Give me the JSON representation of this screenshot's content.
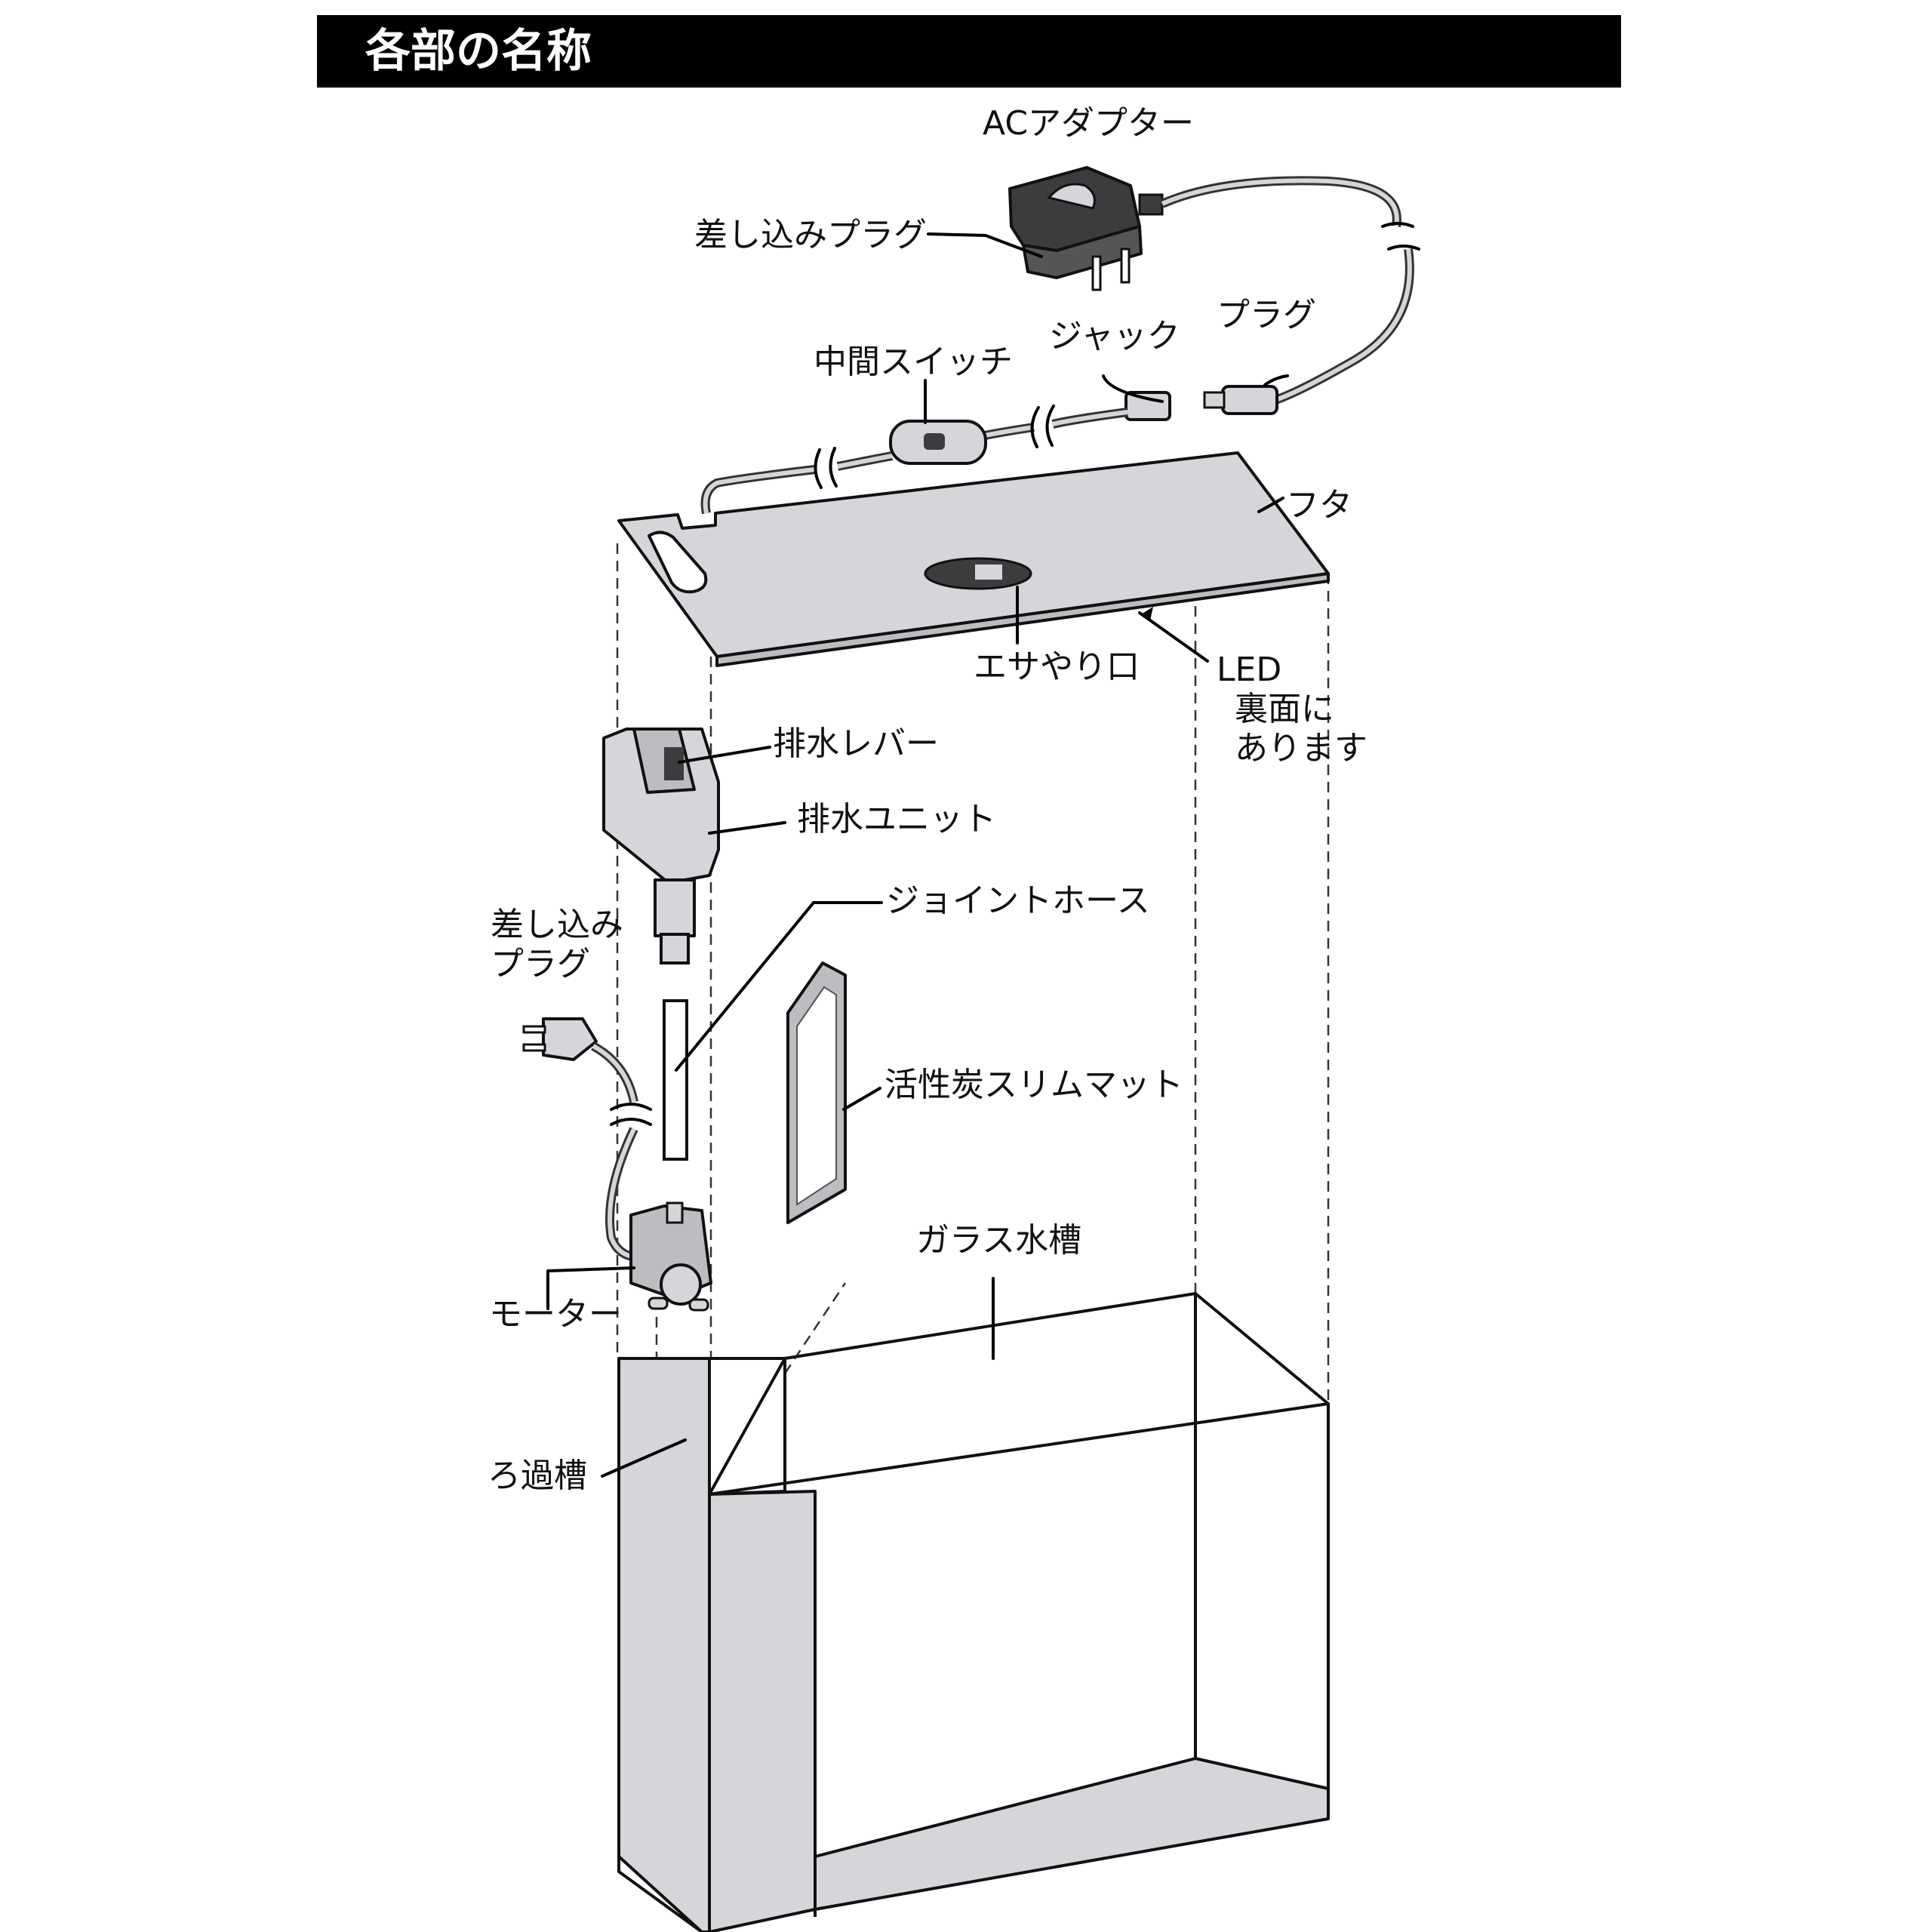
{
  "title": "各部の名称",
  "colors": {
    "header_bg": "#000000",
    "header_text": "#ffffff",
    "part_fill": "#d6d5d9",
    "part_dark": "#3c3c3e",
    "line": "#000000"
  },
  "labels": {
    "ac_adapter": "ACアダプター",
    "adapter_plug": "差し込みプラグ",
    "jack": "ジャック",
    "plug": "プラグ",
    "inline_switch": "中間スイッチ",
    "lid": "フタ",
    "feeding_port": "エサやり口",
    "led_line1": "LED",
    "led_line2": "裏面に",
    "led_line3": "あります",
    "drain_lever": "排水レバー",
    "drain_unit": "排水ユニット",
    "pump_plug_line1": "差し込み",
    "pump_plug_line2": "プラグ",
    "joint_hose": "ジョイントホース",
    "carbon_mat": "活性炭スリムマット",
    "glass_tank": "ガラス水槽",
    "motor": "モーター",
    "filter_chamber": "ろ過槽"
  }
}
